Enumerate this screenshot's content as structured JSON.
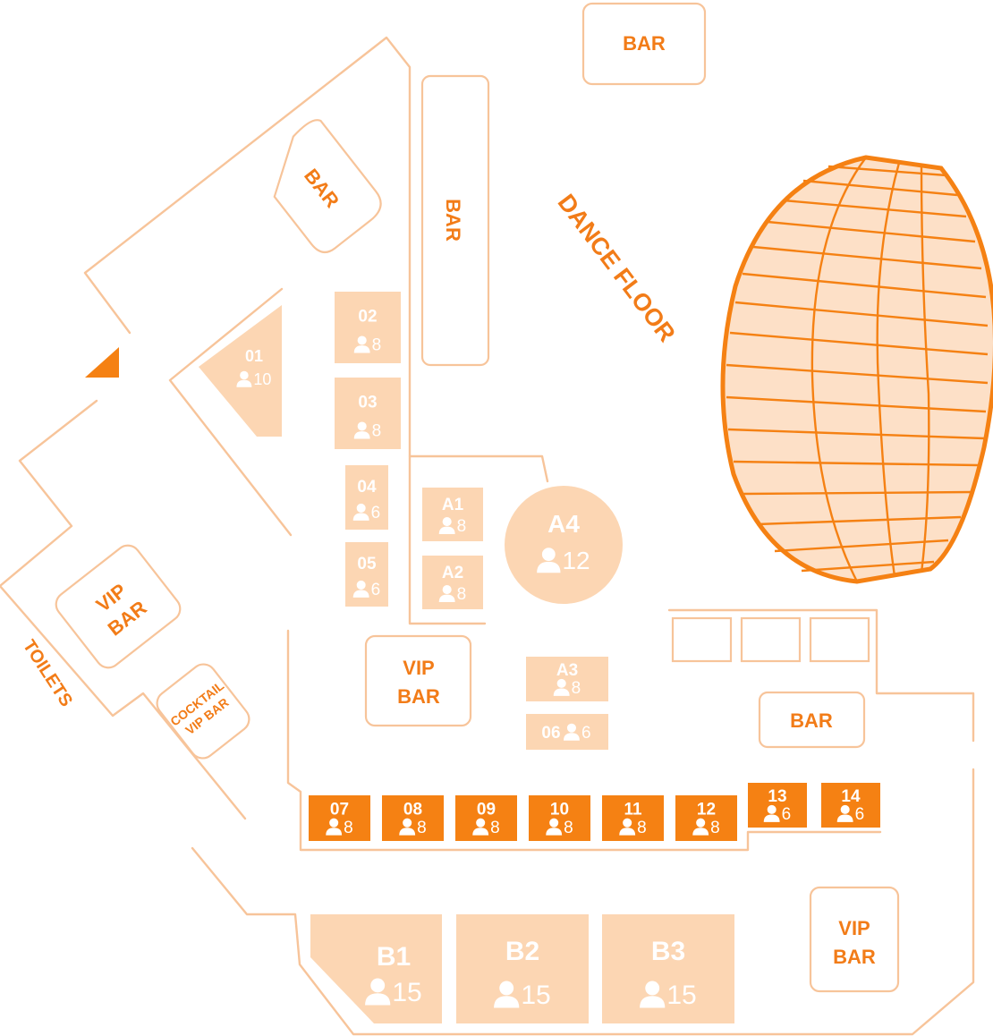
{
  "venue_map": {
    "zones": {
      "dance_floor": "DANCE FLOOR",
      "toilets": "TOILETS"
    },
    "bars": {
      "bar_top": "BAR",
      "bar_diag": "BAR",
      "bar_vertical": "BAR",
      "bar_right": "BAR",
      "vip_bar_left_line1": "VIP",
      "vip_bar_left_line2": "BAR",
      "cocktail_line1": "COCKTAIL",
      "cocktail_line2": "VIP BAR",
      "vip_bar_center_line1": "VIP",
      "vip_bar_center_line2": "BAR",
      "vip_bar_bottom_line1": "VIP",
      "vip_bar_bottom_line2": "BAR"
    },
    "tables": [
      {
        "id": "01",
        "capacity": "10",
        "status": "available"
      },
      {
        "id": "02",
        "capacity": "8",
        "status": "available"
      },
      {
        "id": "03",
        "capacity": "8",
        "status": "available"
      },
      {
        "id": "04",
        "capacity": "6",
        "status": "available"
      },
      {
        "id": "05",
        "capacity": "6",
        "status": "available"
      },
      {
        "id": "A1",
        "capacity": "8",
        "status": "available"
      },
      {
        "id": "A2",
        "capacity": "8",
        "status": "available"
      },
      {
        "id": "A3",
        "capacity": "8",
        "status": "available"
      },
      {
        "id": "A4",
        "capacity": "12",
        "status": "available"
      },
      {
        "id": "06",
        "capacity": "6",
        "status": "available"
      },
      {
        "id": "07",
        "capacity": "8",
        "status": "highlighted"
      },
      {
        "id": "08",
        "capacity": "8",
        "status": "highlighted"
      },
      {
        "id": "09",
        "capacity": "8",
        "status": "highlighted"
      },
      {
        "id": "10",
        "capacity": "8",
        "status": "highlighted"
      },
      {
        "id": "11",
        "capacity": "8",
        "status": "highlighted"
      },
      {
        "id": "12",
        "capacity": "8",
        "status": "highlighted"
      },
      {
        "id": "13",
        "capacity": "6",
        "status": "highlighted"
      },
      {
        "id": "14",
        "capacity": "6",
        "status": "highlighted"
      },
      {
        "id": "B1",
        "capacity": "15",
        "status": "available"
      },
      {
        "id": "B2",
        "capacity": "15",
        "status": "available"
      },
      {
        "id": "B3",
        "capacity": "15",
        "status": "available"
      }
    ],
    "colors": {
      "accent": "#f58113",
      "soft_table": "#fcd6b3",
      "wall": "#f7c49a",
      "stage_fill": "#fde0c7"
    },
    "icons": {
      "entrance": "entrance-arrow-icon",
      "guest": "person-icon",
      "stage": "disco-stage-icon"
    }
  }
}
